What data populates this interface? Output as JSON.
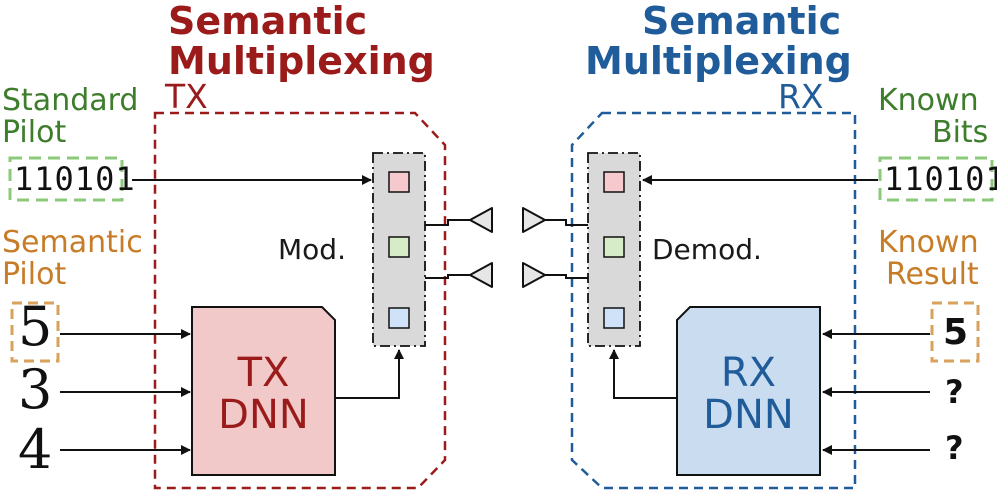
{
  "tx": {
    "title_line1": "Semantic",
    "title_line2": "Multiplexing",
    "label": "TX",
    "pilot_standard_line1": "Standard",
    "pilot_standard_line2": "Pilot",
    "pilot_standard_bits": "110101",
    "pilot_semantic_line1": "Semantic",
    "pilot_semantic_line2": "Pilot",
    "inputs": [
      "5",
      "3",
      "4"
    ],
    "modulator": "Mod.",
    "dnn_line1": "TX",
    "dnn_line2": "DNN"
  },
  "rx": {
    "title_line1": "Semantic",
    "title_line2": "Multiplexing",
    "label": "RX",
    "known_bits_line1": "Known",
    "known_bits_line2": "Bits",
    "known_bits": "110101",
    "known_result_line1": "Known",
    "known_result_line2": "Result",
    "outputs": [
      "5",
      "?",
      "?"
    ],
    "demodulator": "Demod.",
    "dnn_line1": "RX",
    "dnn_line2": "DNN"
  },
  "colors": {
    "tx_red": "#9b1b1b",
    "rx_blue": "#1f5c99",
    "green": "#3d7d2c",
    "orange": "#c77c28",
    "tx_dnn_fill": "#f2c9c9",
    "rx_dnn_fill": "#c9dcf0",
    "mod_fill": "#d9d9d9"
  }
}
